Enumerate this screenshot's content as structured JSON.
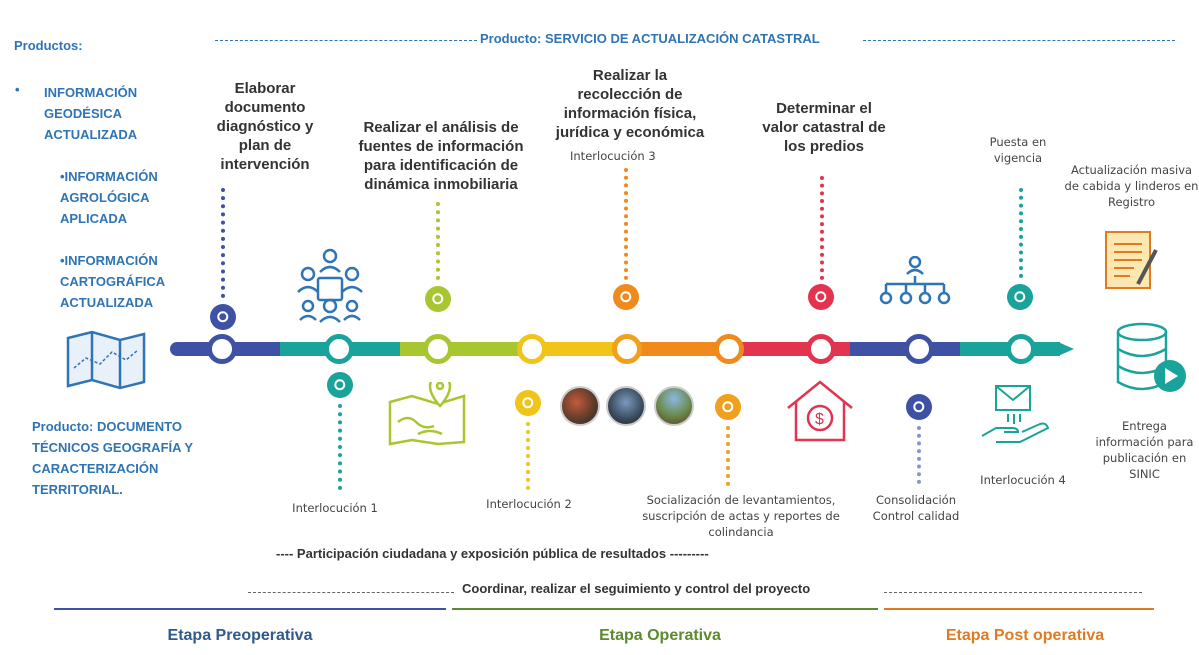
{
  "header": {
    "product_service": "Producto: SERVICIO DE ACTUALIZACIÓN CATASTRAL"
  },
  "left_panel": {
    "products_title": "Productos:",
    "items": [
      "INFORMACIÓN GEODÉSICA ACTUALIZADA",
      "•INFORMACIÓN AGROLÓGICA APLICADA",
      "•INFORMACIÓN CARTOGRÁFICA ACTUALIZADA"
    ],
    "bullet": "•",
    "product2": "Producto: DOCUMENTO TÉCNICOS GEOGRAFÍA Y CARACTERIZACIÓN TERRITORIAL."
  },
  "top_steps": [
    "Elaborar documento diagnóstico y plan de intervención",
    "Realizar el análisis de fuentes de información para identificación de dinámica inmobiliaria",
    "Realizar la recolección de información física, jurídica y económica",
    "Determinar el valor catastral de los predios",
    "Puesta en vigencia",
    "Actualización masiva de cabida y linderos en Registro"
  ],
  "top_sub": {
    "interlocucion3": "Interlocución 3"
  },
  "bottom_steps": {
    "interlocucion1": "Interlocución 1",
    "interlocucion2": "Interlocución 2",
    "socializacion": "Socialización de levantamientos, suscripción de actas y reportes de colindancia",
    "consolidacion": "Consolidación Control calidad",
    "interlocucion4": "Interlocución 4",
    "entrega": "Entrega información para publicación en SINIC"
  },
  "footer": {
    "participacion": "---- Participación ciudadana y exposición pública de resultados ---------",
    "coordinar": "Coordinar, realizar el seguimiento y control del proyecto",
    "stages": [
      "Etapa Preoperativa",
      "Etapa Operativa",
      "Etapa Post operativa"
    ]
  },
  "colors": {
    "blue": "#2f74b5",
    "teal": "#1aa39a",
    "lime": "#a8c62f",
    "yellow": "#f0c419",
    "orange": "#f08a1c",
    "red": "#e2344f",
    "navy": "#3f51a5",
    "green_stage": "#5c8a2e",
    "orange_stage": "#e07b22"
  },
  "icons": [
    "map-icon",
    "meeting-icon",
    "location-map-icon",
    "photos",
    "house-money-icon",
    "org-chart-icon",
    "hand-mail-icon",
    "document-icon",
    "database-play-icon"
  ]
}
